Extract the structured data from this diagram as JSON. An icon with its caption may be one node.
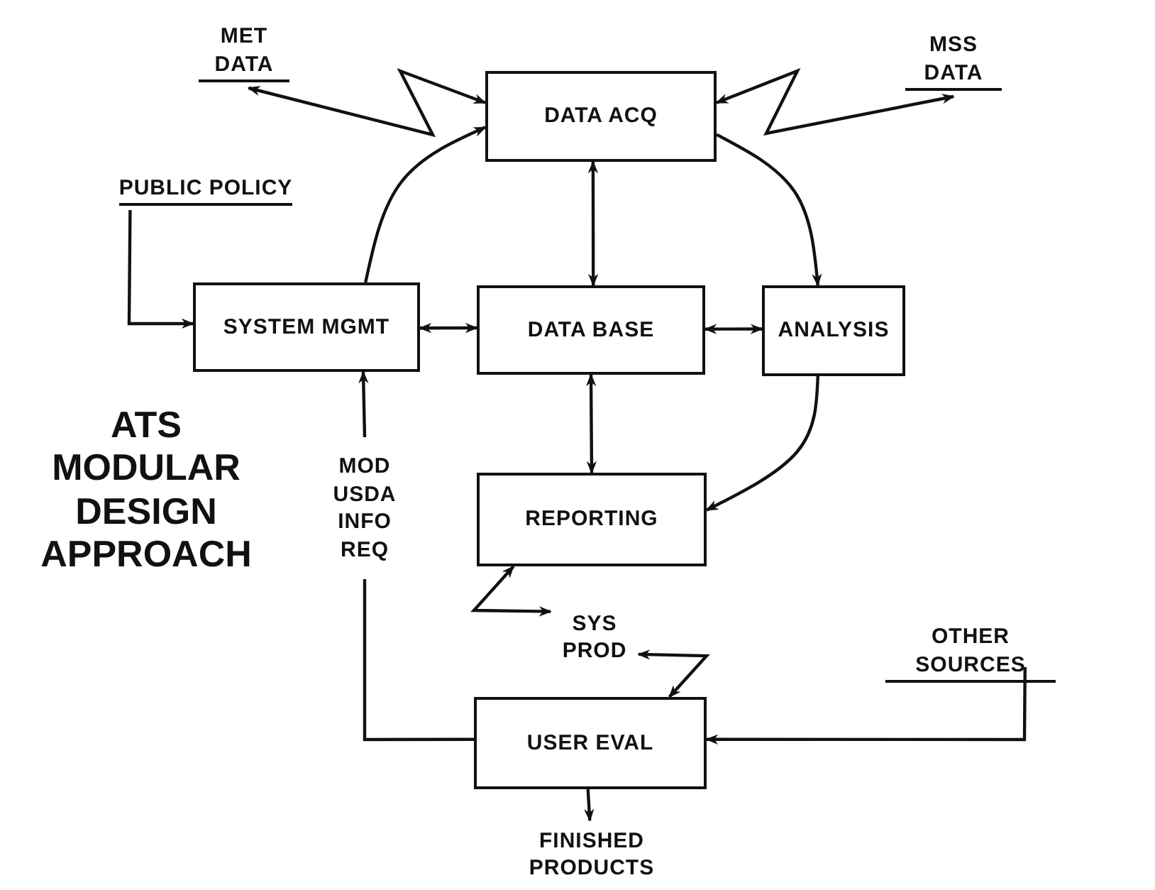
{
  "diagram": {
    "title": "ATS MODULAR DESIGN APPROACH",
    "nodes": [
      {
        "text": [
          "MET DATA"
        ]
      },
      {
        "text": [
          "DATA ACQ"
        ]
      },
      {
        "text": [
          "MSS DATA"
        ]
      },
      {
        "text": [
          "PUBLIC POLICY"
        ]
      },
      {
        "text": [
          "SYSTEM MGMT"
        ]
      },
      {
        "text": [
          "DATA BASE"
        ]
      },
      {
        "text": [
          "ANALYSIS"
        ]
      },
      {
        "text": [
          "REPORTING"
        ]
      },
      {
        "text": [
          "MOD USDA INFO REQ"
        ]
      },
      {
        "text": [
          "SYS PROD"
        ]
      },
      {
        "text": [
          "USER EVAL"
        ]
      },
      {
        "text": [
          "OTHER SOURCES"
        ]
      },
      {
        "text": [
          "FINISHED PRODUCTS"
        ]
      }
    ],
    "edges": [
      {
        "from": 0,
        "to": 1,
        "arrow": "both"
      },
      {
        "from": 1,
        "to": 2,
        "arrow": "both"
      },
      {
        "from": 3,
        "to": 4,
        "arrow": "to"
      },
      {
        "from": 4,
        "to": 1,
        "arrow": "to"
      },
      {
        "from": 1,
        "to": 6,
        "arrow": "to"
      },
      {
        "from": 1,
        "to": 5,
        "arrow": "both"
      },
      {
        "from": 4,
        "to": 5,
        "arrow": "both"
      },
      {
        "from": 5,
        "to": 6,
        "arrow": "both"
      },
      {
        "from": 5,
        "to": 7,
        "arrow": "both"
      },
      {
        "from": 6,
        "to": 7,
        "arrow": "to"
      },
      {
        "from": 8,
        "to": 4,
        "arrow": "to"
      },
      {
        "from": 8,
        "to": 10,
        "arrow": "none"
      },
      {
        "from": 7,
        "to": 9,
        "arrow": "both"
      },
      {
        "from": 10,
        "to": 9,
        "arrow": "both"
      },
      {
        "from": 11,
        "to": 10,
        "arrow": "to"
      },
      {
        "from": 10,
        "to": 12,
        "arrow": "to"
      }
    ]
  }
}
